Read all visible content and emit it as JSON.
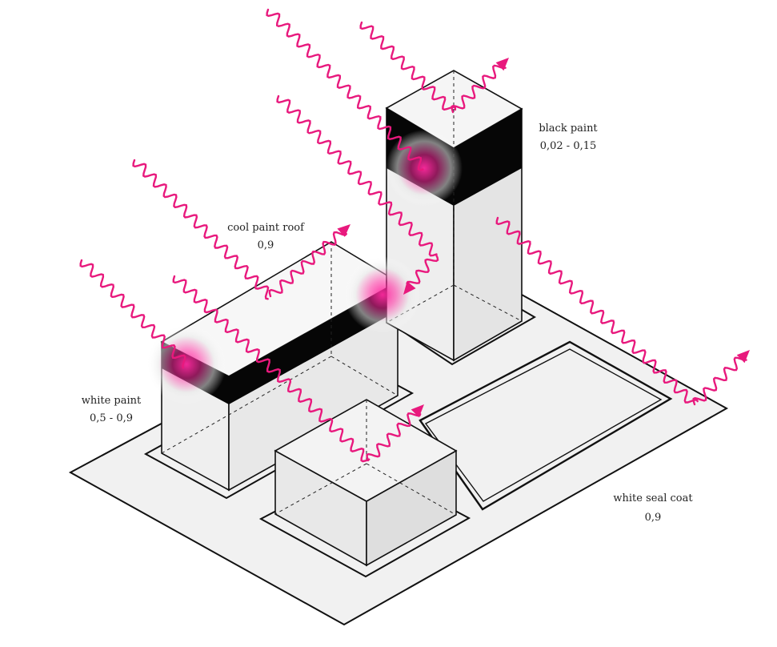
{
  "labels": {
    "black_paint": {
      "name": "black paint",
      "value": "0,02 - 0,15"
    },
    "cool_paint_roof": {
      "name": "cool paint roof",
      "value": "0,9"
    },
    "white_paint": {
      "name": "white paint",
      "value": "0,5 - 0,9"
    },
    "white_seal_coat": {
      "name": "white seal coat",
      "value": "0,9"
    }
  },
  "colors": {
    "ray": "#e8197d",
    "glow": "#ff2aa0",
    "outline": "#111111",
    "ground": "#f1f1f1",
    "wall_light": "#f0f0f0",
    "wall_dark": "#e6e6e6",
    "black_band": "#060606"
  },
  "icons": [
    "sun-ray-icon",
    "reflected-ray-arrow-icon",
    "absorption-glow-icon"
  ]
}
